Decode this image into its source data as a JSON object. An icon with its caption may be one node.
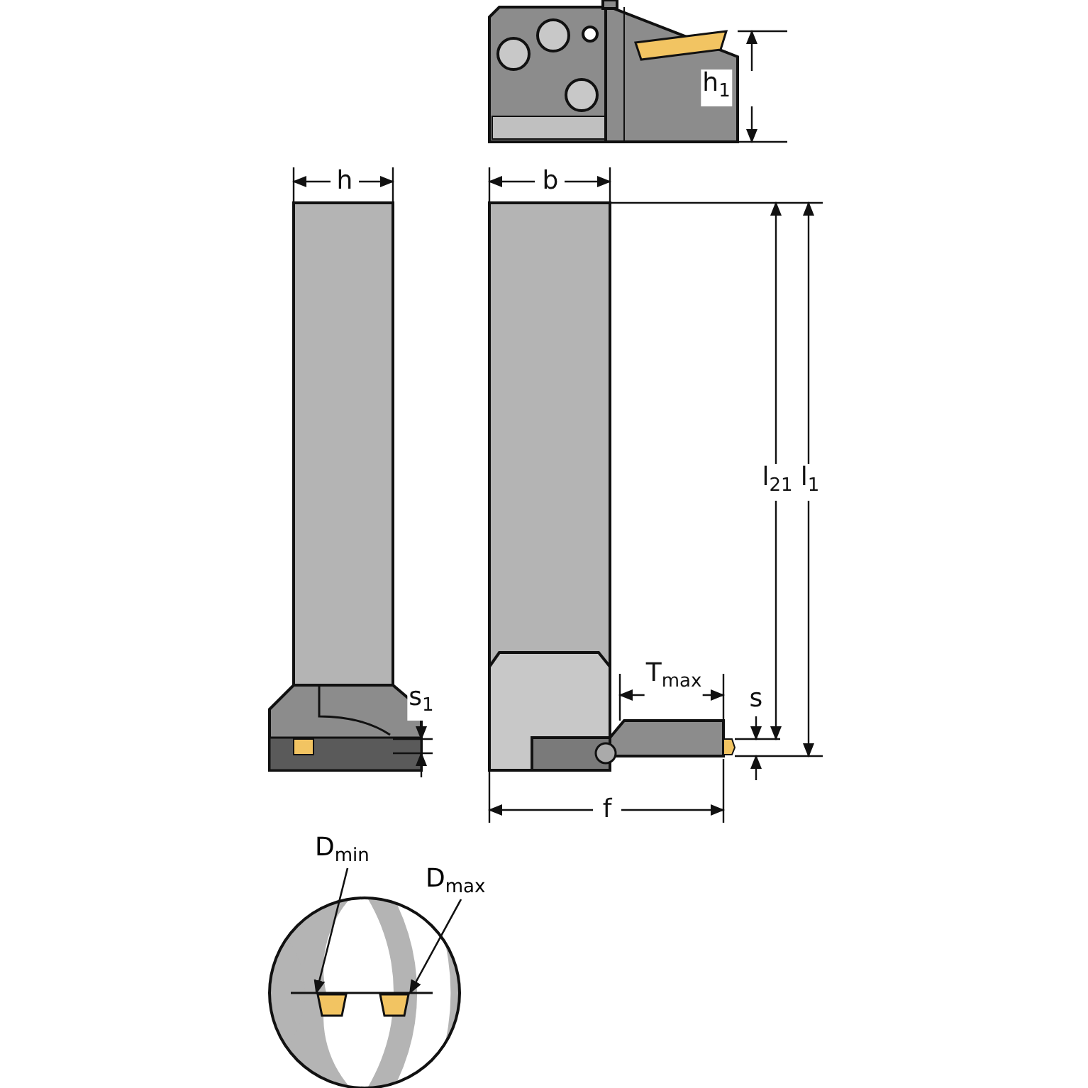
{
  "diagram": {
    "nodes": [
      {
        "text": [
          "D$_{min}$"
        ]
      },
      {
        "text": [
          "D$_{max}$"
        ]
      },
      {
        "text": [],
        "shape": "box"
      },
      {
        "text": [],
        "shape": "box"
      }
    ],
    "edges": [
      {
        "from": 0,
        "to": 2,
        "arrow": "to"
      },
      {
        "from": 1,
        "to": 3,
        "arrow": "to"
      }
    ],
    "labels": [
      "h$_{1}$",
      "h",
      "b",
      "l$_{21}$",
      "l$_{1}$",
      "s$_{1}$",
      "T$_{max}$",
      "s",
      "f"
    ]
  }
}
